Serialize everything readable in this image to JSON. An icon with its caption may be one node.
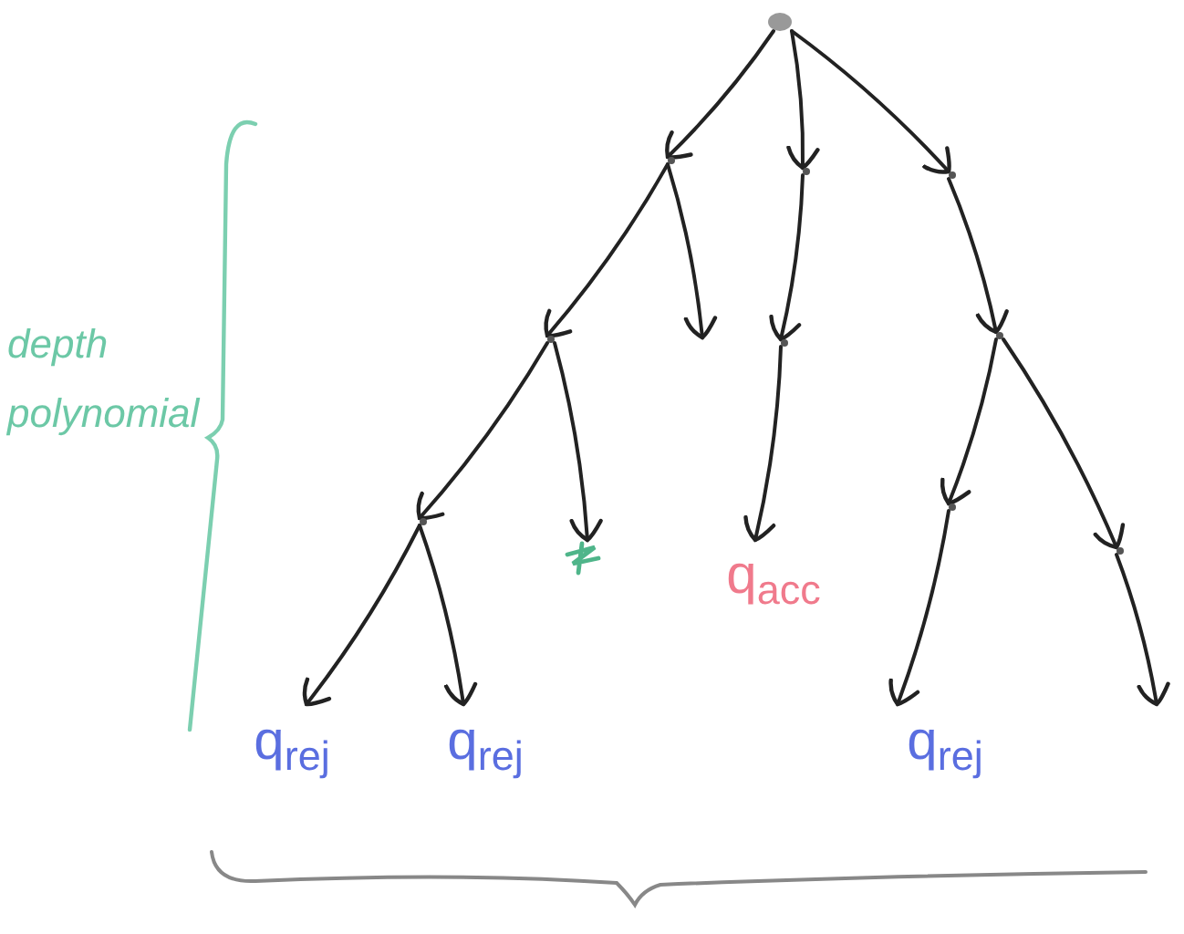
{
  "diagram": {
    "nodes": [
      {
        "text": [],
        "shape": "circle"
      },
      {
        "text": [],
        "shape": "point"
      },
      {
        "text": [],
        "shape": "point"
      },
      {
        "text": [],
        "shape": "point"
      },
      {
        "text": [],
        "shape": "point"
      },
      {
        "text": [],
        "shape": "point"
      },
      {
        "text": [],
        "shape": "point"
      },
      {
        "text": [],
        "shape": "mark"
      },
      {
        "text": [],
        "shape": "point"
      },
      {
        "text": [
          "q$_{acc}$"
        ]
      },
      {
        "text": [],
        "shape": "point"
      },
      {
        "text": [],
        "shape": "point"
      },
      {
        "text": [
          "q$_{rej}$"
        ]
      },
      {
        "text": [
          "q$_{rej}$"
        ]
      },
      {
        "text": [
          "q$_{rej}$"
        ]
      }
    ],
    "edges": [
      {
        "from": 0,
        "to": 1,
        "arrow": "to"
      },
      {
        "from": 0,
        "to": 2,
        "arrow": "to"
      },
      {
        "from": 0,
        "to": 3,
        "arrow": "to"
      },
      {
        "from": 1,
        "to": 4,
        "arrow": "to"
      },
      {
        "from": 1,
        "to": null,
        "arrow": "to"
      },
      {
        "from": 2,
        "to": 5,
        "arrow": "to"
      },
      {
        "from": 3,
        "to": 6,
        "arrow": "to"
      },
      {
        "from": 4,
        "to": 8,
        "arrow": "to"
      },
      {
        "from": 4,
        "to": 7,
        "arrow": "to"
      },
      {
        "from": 5,
        "to": 9,
        "arrow": "to"
      },
      {
        "from": 6,
        "to": 10,
        "arrow": "to"
      },
      {
        "from": 6,
        "to": 11,
        "arrow": "to"
      },
      {
        "from": 8,
        "to": 12,
        "arrow": "to"
      },
      {
        "from": 8,
        "to": 13,
        "arrow": "to"
      },
      {
        "from": 10,
        "to": 14,
        "arrow": "to"
      },
      {
        "from": 11,
        "to": null,
        "arrow": "to"
      }
    ],
    "labels": [
      "depth polynomial"
    ]
  }
}
